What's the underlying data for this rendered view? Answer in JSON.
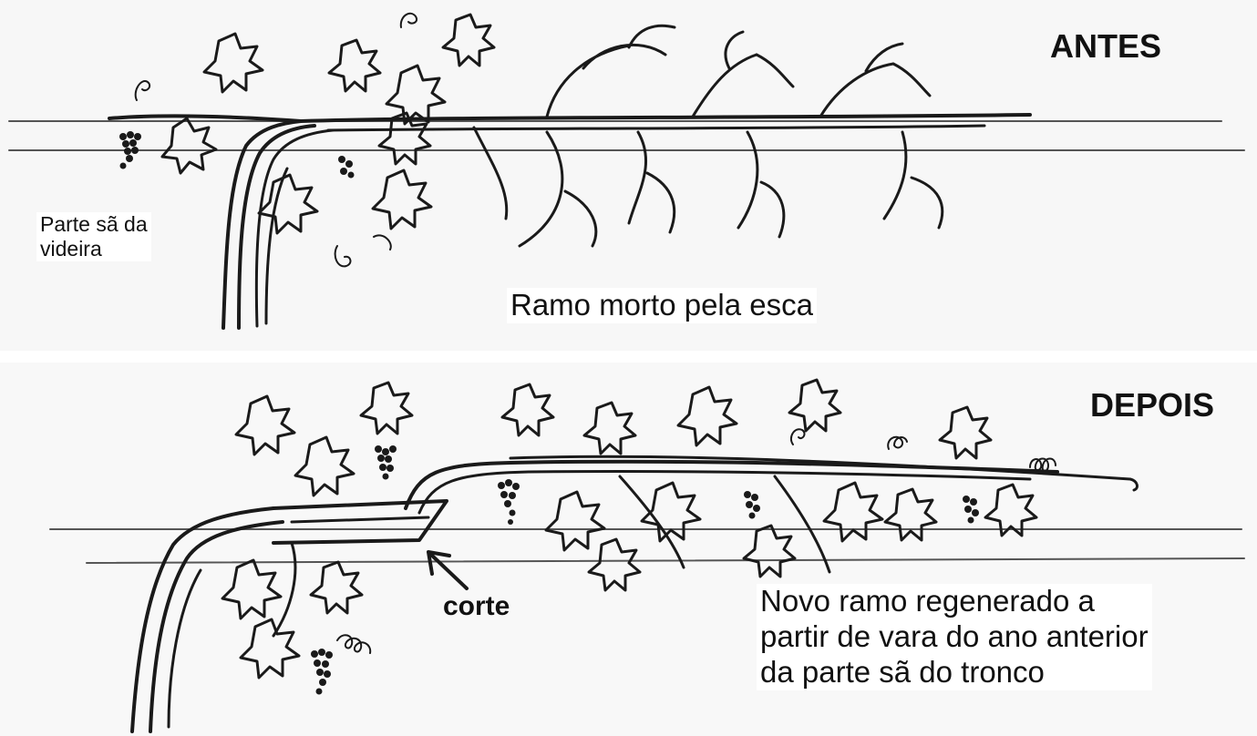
{
  "before": {
    "title": "ANTES",
    "healthy_part_label": "Parte sã da\nvideira",
    "dead_branch_label": "Ramo morto pela esca"
  },
  "after": {
    "title": "DEPOIS",
    "cut_label": "corte",
    "new_branch_label": "Novo ramo regenerado a\npartir de vara do ano anterior\nda parte sã do tronco"
  }
}
